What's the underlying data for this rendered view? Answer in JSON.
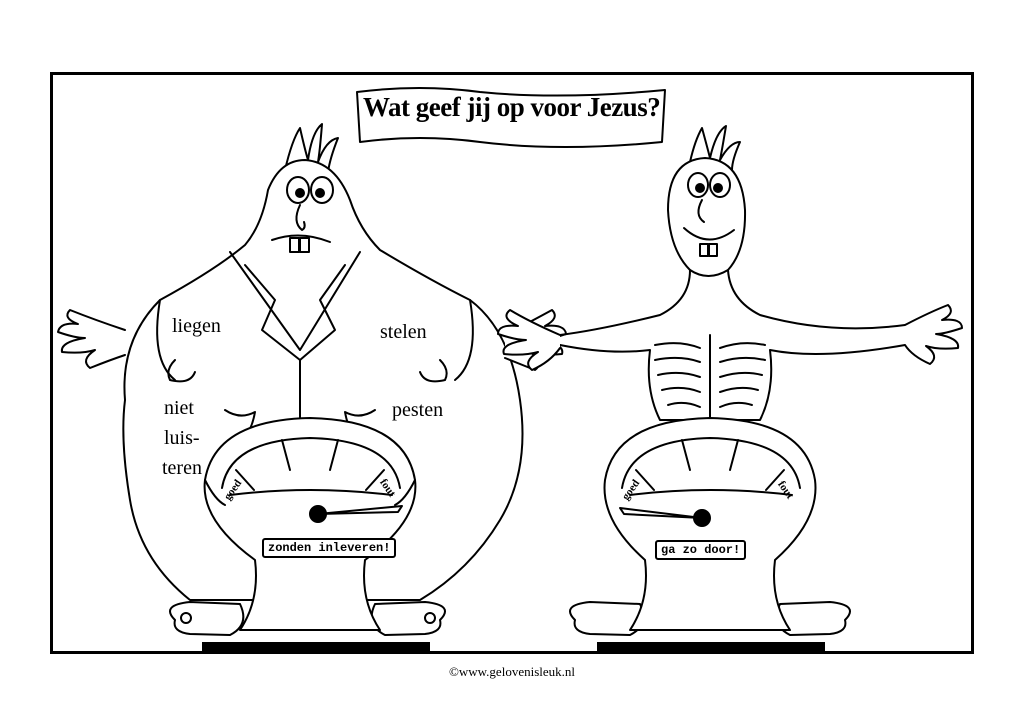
{
  "title": "Wat geef jij op voor Jezus?",
  "left_figure": {
    "words": [
      "liegen",
      "stelen",
      "niet",
      "luis-",
      "teren",
      "pesten"
    ],
    "scale": {
      "good_label": "goed",
      "bad_label": "fout",
      "plate": "zonden inleveren!",
      "needle_position": "fout"
    }
  },
  "right_figure": {
    "scale": {
      "good_label": "goed",
      "bad_label": "fout",
      "plate": "ga zo door!",
      "needle_position": "goed"
    }
  },
  "footer": {
    "copyright": "©www.gelovenisleuk.nl"
  }
}
